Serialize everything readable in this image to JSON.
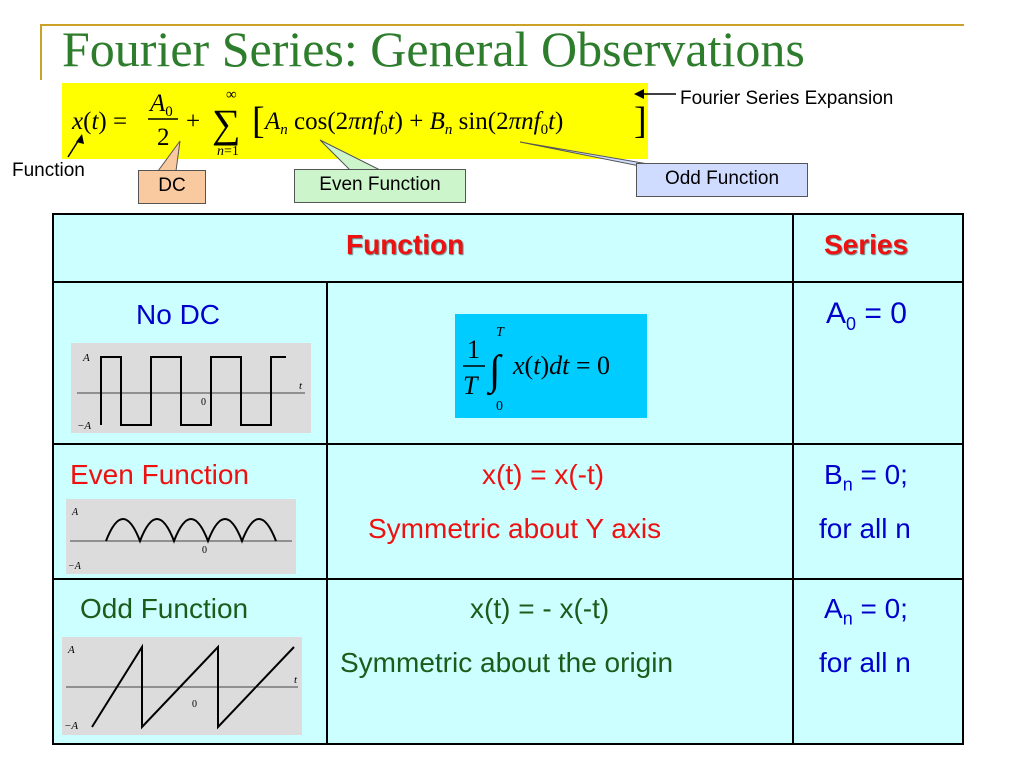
{
  "title": "Fourier Series: General Observations",
  "callouts": {
    "expansion": "Fourier Series Expansion",
    "function": "Function",
    "dc": "DC",
    "even": "Even Function",
    "odd": "Odd Function"
  },
  "colors": {
    "title": "#2d7d2d",
    "equation_bg": "#ffff00",
    "table_bg": "#ccffff",
    "header_text": "#ee1111",
    "no_dc": "#0000cc",
    "even": "#ee1111",
    "odd": "#1a5c1a",
    "integral_bg": "#00ccff"
  },
  "table": {
    "headers": {
      "function": "Function",
      "series": "Series"
    },
    "rows": [
      {
        "label": "No DC",
        "condition_line1": "",
        "condition_line2": "",
        "series_line1": "A",
        "series_sub": "0",
        "series_rest": " = 0",
        "series_line2": ""
      },
      {
        "label": "Even Function",
        "condition_line1": "x(t) = x(-t)",
        "condition_line2": "Symmetric about Y axis",
        "series_line1": "B",
        "series_sub": "n",
        "series_rest": " = 0;",
        "series_line2": "for all n"
      },
      {
        "label": "Odd Function",
        "condition_line1": "x(t) = - x(-t)",
        "condition_line2": "Symmetric about the origin",
        "series_line1": "A",
        "series_sub": "n",
        "series_rest": " = 0;",
        "series_line2": "for all n"
      }
    ]
  },
  "graph_labels": {
    "pos": "A",
    "neg": "−A",
    "zero": "0",
    "t": "t"
  }
}
